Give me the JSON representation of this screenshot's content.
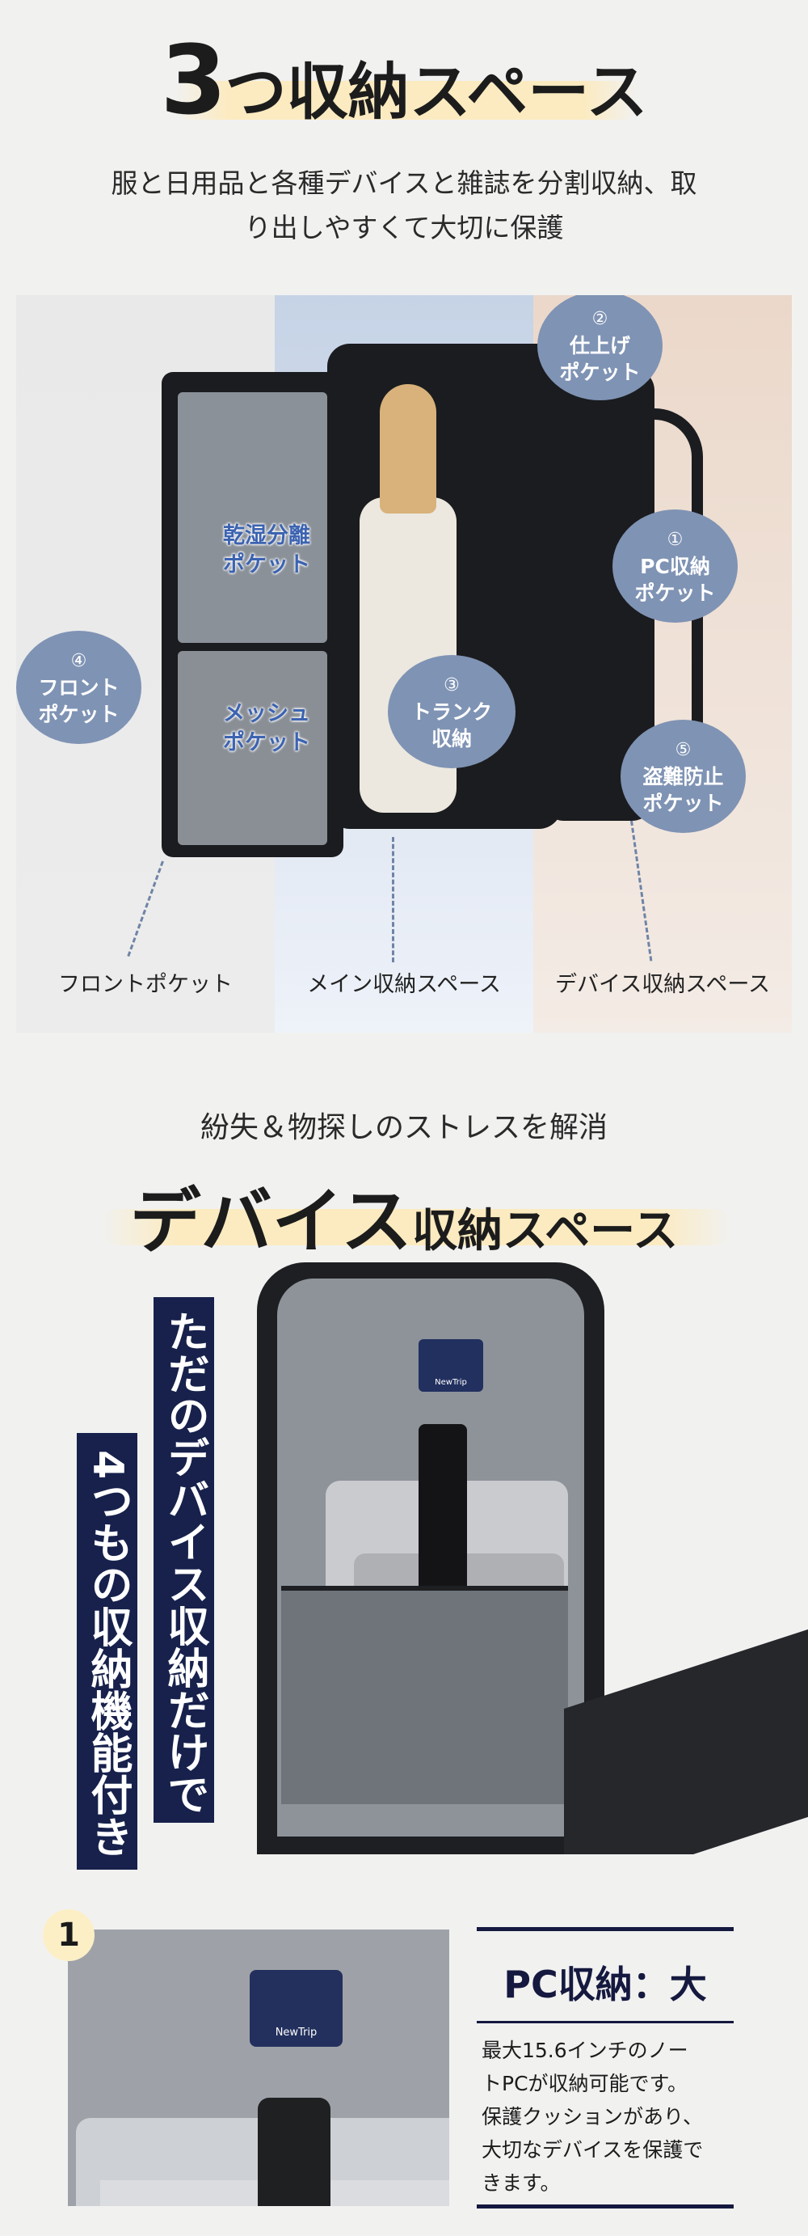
{
  "section1": {
    "title_number": "3",
    "title_rest": "つ収納スペース",
    "subtitle_lines": [
      "服と日用品と各種デバイスと雑誌を分割収納、取",
      "り出しやすくて大切に保護"
    ],
    "bubbles": [
      {
        "num": "②",
        "lines": [
          "仕上げ",
          "ポケット"
        ]
      },
      {
        "num": "①",
        "lines": [
          "PC収納",
          "ポケット"
        ]
      },
      {
        "num": "③",
        "lines": [
          "トランク",
          "収納"
        ]
      },
      {
        "num": "④",
        "lines": [
          "フロント",
          "ポケット"
        ]
      },
      {
        "num": "⑤",
        "lines": [
          "盗難防止",
          "ポケット"
        ]
      }
    ],
    "inner_labels": [
      [
        "乾湿分離",
        "ポケット"
      ],
      [
        "メッシュ",
        "ポケット"
      ]
    ],
    "zones": [
      "フロントポケット",
      "メイン収納スペース",
      "デバイス収納スペース"
    ]
  },
  "section2": {
    "subtitle": "紛失＆物探しのストレスを解消",
    "title_big": "デバイス",
    "title_rest": "収納スペース",
    "banners": [
      "ただのデバイス収納だけで",
      "4つもの収納機能付き"
    ],
    "patch_logo": "NewTrip"
  },
  "section3": {
    "badge": "1",
    "patch_logo": "NewTrip",
    "title": "PC収納：大",
    "body_lines": [
      "最大15.6インチのノー",
      "トPCが収納可能です。",
      "保護クッションがあり、",
      "大切なデバイスを保護で",
      "きます。"
    ]
  }
}
